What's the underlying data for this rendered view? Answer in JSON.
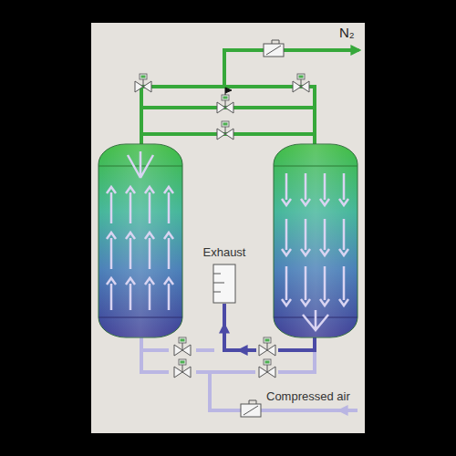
{
  "diagram": {
    "labels": [
      "N₂",
      "Exhaust",
      "Compressed air"
    ]
  }
}
